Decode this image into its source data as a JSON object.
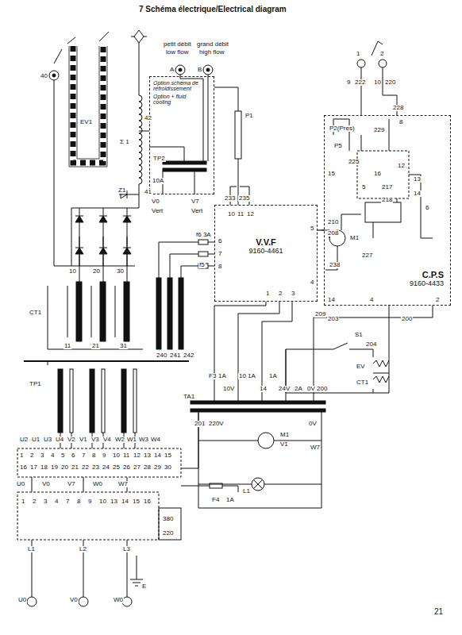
{
  "diagram": {
    "title": "7 Schéma électrique/Electrical diagram",
    "nodes": [
      {
        "text": [
          "Option schéma de refroidissement",
          "Option + fluid cooling"
        ]
      },
      {
        "text": [
          "V.V.F",
          "9160-4461"
        ]
      },
      {
        "text": [
          "C.P.S",
          "9160-4433"
        ]
      }
    ],
    "edges": [
      {
        "from": 1,
        "to": 2,
        "arrow": "none"
      }
    ],
    "labels": [
      "40",
      "EV1",
      "Σ 1",
      "42",
      "41",
      "Z1",
      "petit débit",
      "low flow",
      "grand débit",
      "high flow",
      "A",
      "B",
      "TP2",
      "10A",
      "V0",
      "Vert",
      "V7",
      "Vert",
      "P1",
      "233",
      "235",
      "10",
      "11",
      "12",
      "5",
      "6",
      "7",
      "8",
      "4",
      "1",
      "2",
      "3",
      "210",
      "209",
      "f6 3A",
      "f5",
      "240",
      "241",
      "242",
      "CT1",
      "10",
      "20",
      "30",
      "11",
      "21",
      "31",
      "TP1",
      "220",
      "380",
      "L1",
      "L2",
      "L3",
      "U0",
      "V0",
      "W0",
      "E",
      "U0",
      "V0",
      "V7",
      "W0",
      "W7",
      "F4",
      "1A",
      "TA1",
      "F3",
      "1A",
      "10V",
      "10 1A",
      "14",
      "1A",
      "24V",
      "2A",
      "0V 200",
      "201",
      "220V",
      "0V",
      "W7",
      "M1",
      "V1",
      "L1",
      "S1",
      "204",
      "EV",
      "CT1",
      "203",
      "200",
      "14",
      "4",
      "2",
      "1",
      "2",
      "9",
      "222",
      "10",
      "220",
      "228",
      "P2(Pres)",
      "P5",
      "225",
      "229",
      "8",
      "15",
      "16",
      "12",
      "13",
      "14",
      "5",
      "6",
      "217",
      "218",
      "M1",
      "227",
      "208",
      "238",
      "21",
      "U2",
      "U1",
      "U3",
      "U4",
      "V2",
      "V1",
      "V3",
      "V4",
      "W2",
      "W1",
      "W3",
      "W4",
      "1",
      "2",
      "3",
      "4",
      "5",
      "6",
      "7",
      "8",
      "9",
      "10",
      "11",
      "12",
      "13",
      "14",
      "15",
      "16",
      "17",
      "18",
      "19",
      "20",
      "21",
      "22",
      "23",
      "24",
      "25",
      "26",
      "27",
      "28",
      "29",
      "30",
      "1",
      "2",
      "3",
      "4",
      "7",
      "8",
      "9",
      "10",
      "13",
      "14",
      "15",
      "16"
    ]
  }
}
